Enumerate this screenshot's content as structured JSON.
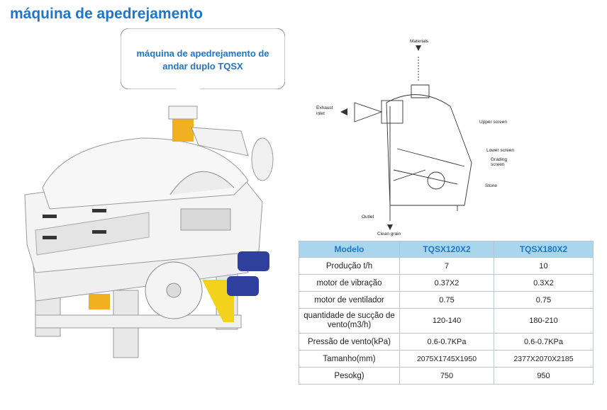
{
  "title": "máquina de apedrejamento",
  "callout": {
    "line1": "máquina de apedrejamento de",
    "line2": "andar duplo TQSX"
  },
  "diagram": {
    "labels": {
      "materials": "Materials",
      "exhaust_line1": "Exhaust",
      "exhaust_line2": "inlet",
      "upper_screen": "Upper screen",
      "lower_screen": "Lower screen",
      "grading_line1": "Grading",
      "grading_line2": "screen",
      "stone": "Stone",
      "outlet": "Outlet",
      "clean_grain": "Clean grain"
    }
  },
  "table": {
    "headers": [
      "Modelo",
      "TQSX120X2",
      "TQSX180X2"
    ],
    "rows": [
      [
        "Produção t/h",
        "7",
        "10"
      ],
      [
        "motor de vibração",
        "0.37X2",
        "0.3X2"
      ],
      [
        "motor de ventilador",
        "0.75",
        "0.75"
      ],
      [
        "quantidade de sucção de vento(m3/h)",
        "120-140",
        "180-210"
      ],
      [
        "Pressão de vento(kPa)",
        "0.6-0.7KPa",
        "0.6-0.7KPa"
      ],
      [
        "Tamanho(mm)",
        "2075X1745X1950",
        "2377X2070X2185"
      ],
      [
        "Pesokg)",
        "750",
        "950"
      ]
    ]
  },
  "colors": {
    "title": "#1f75c8",
    "table_header_bg": "#a9d6ec",
    "machine_body": "#f2f2f2",
    "motor": "#2f3f9e",
    "frame_accent": "#f2d21a",
    "duct": "#f0b020"
  }
}
